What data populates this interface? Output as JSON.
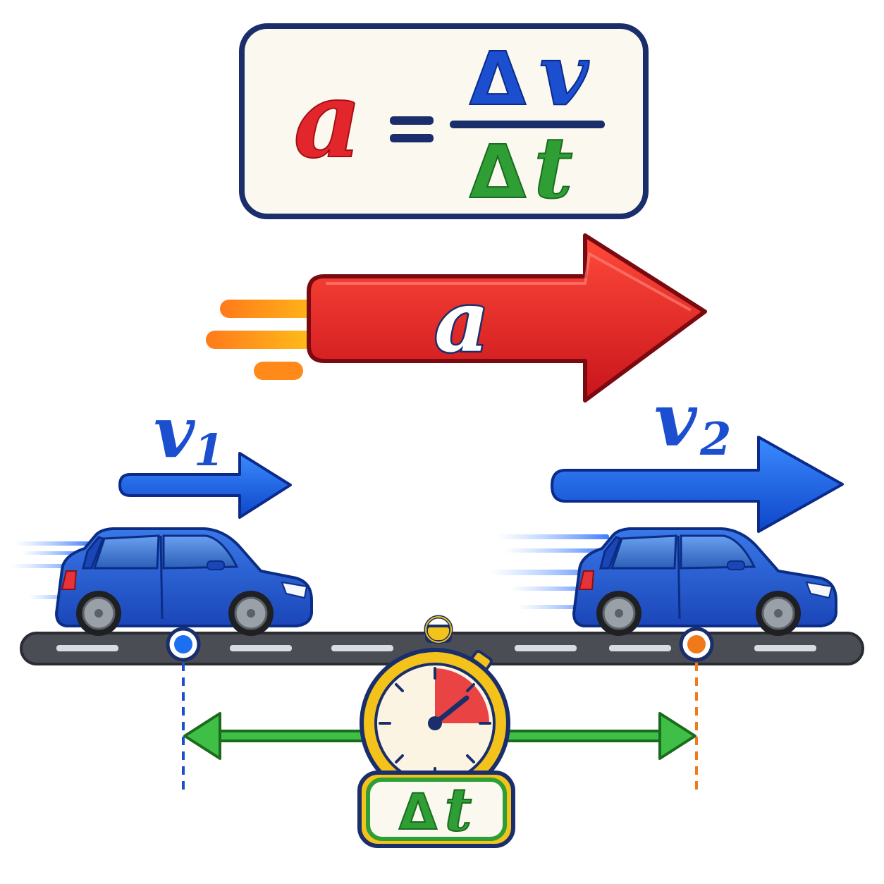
{
  "formula": {
    "lhs": "a",
    "equals": "=",
    "numerator_delta": "Δ",
    "numerator_var": "v",
    "denominator_delta": "Δ",
    "denominator_var": "t"
  },
  "accel_arrow": {
    "label": "a"
  },
  "velocity_1": {
    "symbol": "v",
    "subscript": "1"
  },
  "velocity_2": {
    "symbol": "v",
    "subscript": "2"
  },
  "timer": {
    "label_delta": "Δ",
    "label_var": "t"
  },
  "colors": {
    "red": "#e3262b",
    "blue": "#1c4fcf",
    "green": "#2f9e34",
    "navy": "#1a2e6b",
    "orange": "#f07a1a",
    "car_blue": "#2a5fd0",
    "road": "#4a4d54",
    "timer_yellow": "#f3c21b"
  }
}
